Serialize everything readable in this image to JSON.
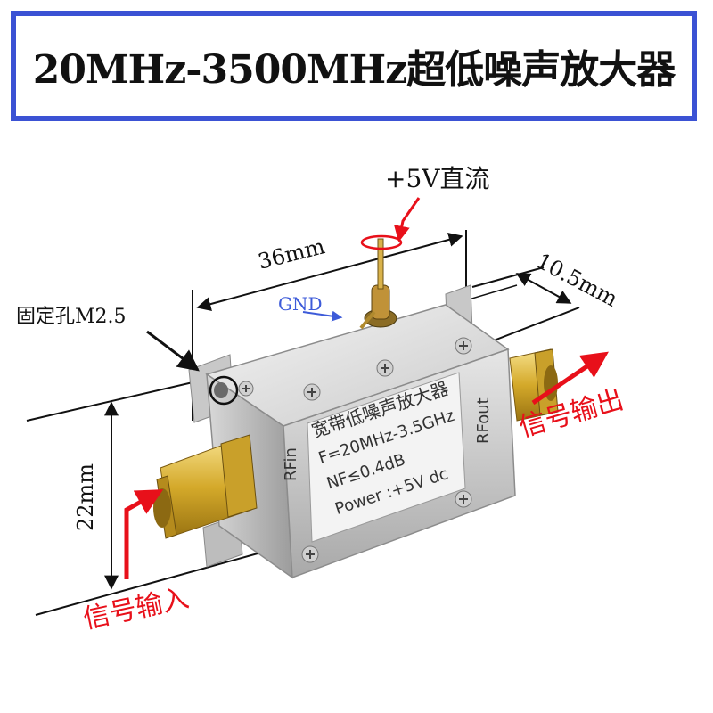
{
  "title": "20MHz-3500MHz超低噪声放大器",
  "labels": {
    "power_in": "+5V直流",
    "gnd": "GND",
    "mount_hole": "固定孔M2.5",
    "length": "36mm",
    "depth": "10.5mm",
    "height": "22mm",
    "rf_in_port": "RFin",
    "rf_out_port": "RFout",
    "signal_in": "信号输入",
    "signal_out": "信号输出"
  },
  "plate": {
    "line1": "宽带低噪声放大器",
    "line2": "F=20MHz-3.5GHz",
    "line3": "NF≤0.4dB",
    "line4": "Power :+5V dc"
  },
  "colors": {
    "title_border": "#3b52d4",
    "arrow_red": "#e8101a",
    "gnd_blue": "#3d5bd9",
    "connector_gold": "#d8b236"
  }
}
